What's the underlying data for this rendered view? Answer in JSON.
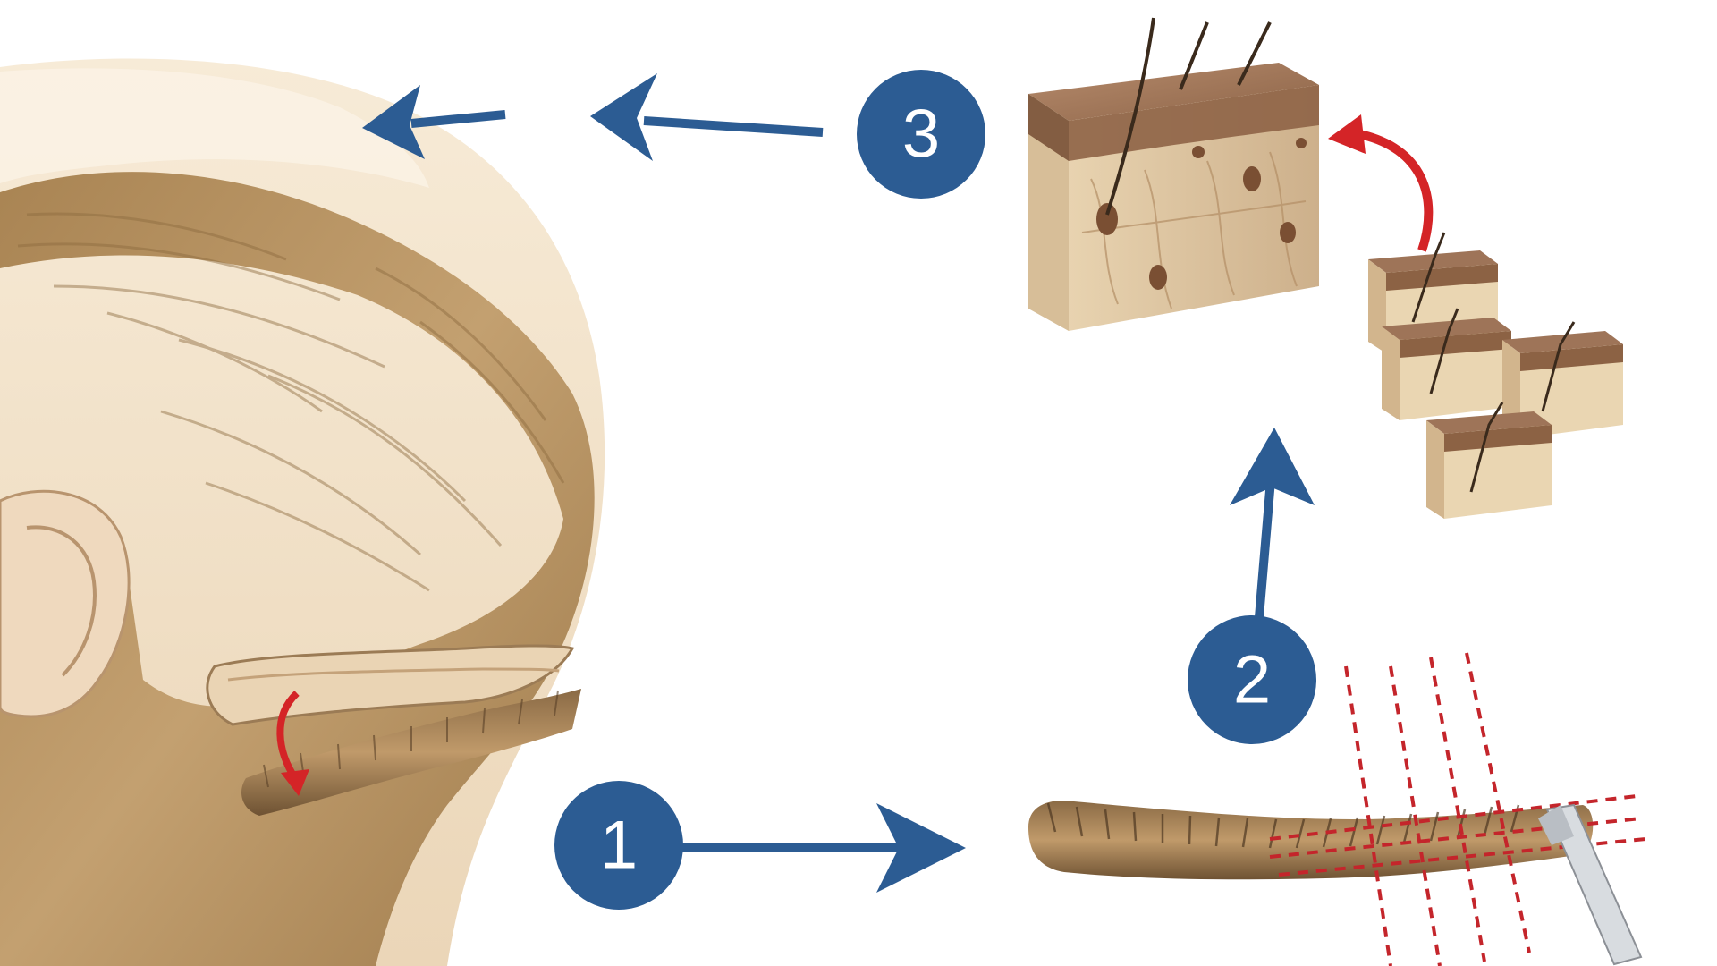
{
  "steps": [
    {
      "number": "1",
      "caption": ""
    },
    {
      "number": "2",
      "caption": ""
    },
    {
      "number": "3",
      "caption": ""
    }
  ],
  "colors": {
    "step_circle": "#2C5C93",
    "arrow": "#2C5C93",
    "red_arrow": "#D42427",
    "cut_lines": "#C4252B",
    "skin": "#F5E9D3",
    "skin_shade": "#E8D2B4",
    "hair": "#B8945E",
    "hair_dark": "#7A5A33",
    "tissue_top": "#9B7155",
    "tissue_body": "#F3E2C3"
  },
  "icons": [
    "head-illustration",
    "donor-strip",
    "scalpel",
    "skin-block",
    "graft-blocks"
  ]
}
